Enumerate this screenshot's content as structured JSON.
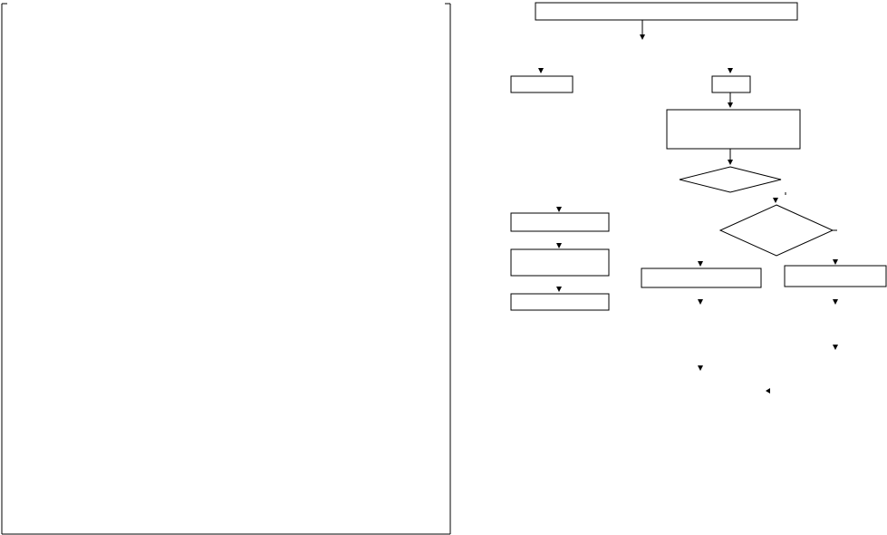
{
  "diagram": {
    "type": "flowchart",
    "nodes": [
      {
        "id": "top-process",
        "shape": "rect",
        "text": ""
      },
      {
        "id": "left-branch-start",
        "shape": "rect",
        "text": ""
      },
      {
        "id": "right-branch-start",
        "shape": "rect",
        "text": ""
      },
      {
        "id": "right-process",
        "shape": "rect",
        "text": ""
      },
      {
        "id": "decision-1",
        "shape": "diamond",
        "text": ""
      },
      {
        "id": "decision-2",
        "shape": "diamond",
        "text": ""
      },
      {
        "id": "left-step-1",
        "shape": "rect",
        "text": ""
      },
      {
        "id": "left-step-2",
        "shape": "rect",
        "text": ""
      },
      {
        "id": "left-step-3",
        "shape": "rect",
        "text": ""
      },
      {
        "id": "outcome-a",
        "shape": "rect",
        "text": ""
      },
      {
        "id": "outcome-b",
        "shape": "rect",
        "text": ""
      }
    ],
    "edges": [
      {
        "from": "top-process",
        "to": "left-branch-start"
      },
      {
        "from": "top-process",
        "to": "right-branch-start"
      },
      {
        "from": "right-branch-start",
        "to": "right-process"
      },
      {
        "from": "right-process",
        "to": "decision-1"
      },
      {
        "from": "decision-1",
        "to": "decision-2"
      },
      {
        "from": "decision-2",
        "to": "outcome-a"
      },
      {
        "from": "decision-2",
        "to": "outcome-b"
      },
      {
        "from": "left-step-1",
        "to": "left-step-2"
      },
      {
        "from": "left-step-2",
        "to": "left-step-3"
      }
    ]
  }
}
